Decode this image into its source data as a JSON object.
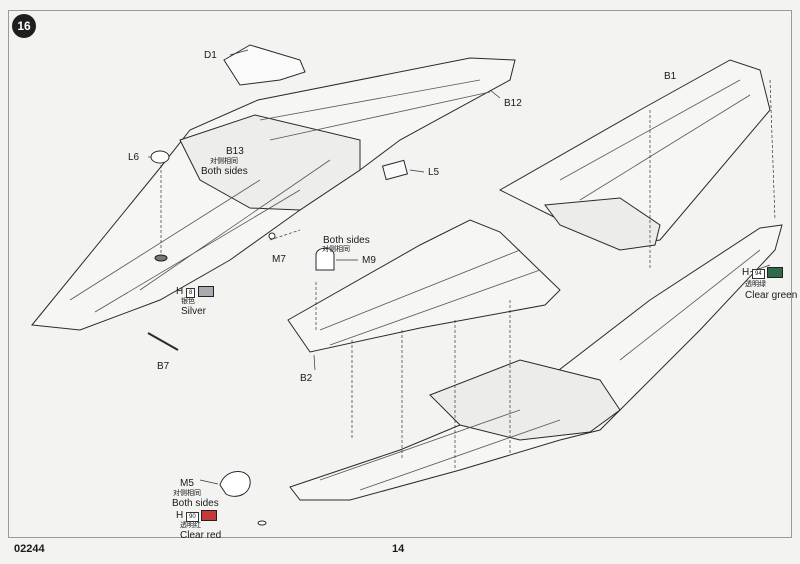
{
  "step": {
    "number": "16"
  },
  "footer": {
    "code": "02244",
    "page_number": "14"
  },
  "colors": {
    "silver": "#a8acb0",
    "clear_green": "#2f6a4a",
    "clear_red": "#c43a3a"
  },
  "parts": {
    "d1": "D1",
    "b12": "B12",
    "b13": "B13",
    "l6": "L6",
    "l5": "L5",
    "m7": "M7",
    "b7": "B7",
    "m9": "M9",
    "b2": "B2",
    "b1": "B1",
    "m5": "M5"
  },
  "notes": {
    "b13_cn": "对侧相同",
    "b13_en": "Both sides",
    "m9_en": "Both sides",
    "m9_cn": "对侧相同",
    "m5_cn": "对侧相同",
    "m5_en": "Both sides"
  },
  "paint": {
    "silver": {
      "key": "H",
      "code": "8",
      "cn": "银色",
      "en": "Silver"
    },
    "clear_green": {
      "key": "H",
      "code": "94",
      "cn": "透明绿",
      "en": "Clear green"
    },
    "clear_red": {
      "key": "H",
      "code": "90",
      "cn": "透明红",
      "en": "Clear red"
    }
  }
}
